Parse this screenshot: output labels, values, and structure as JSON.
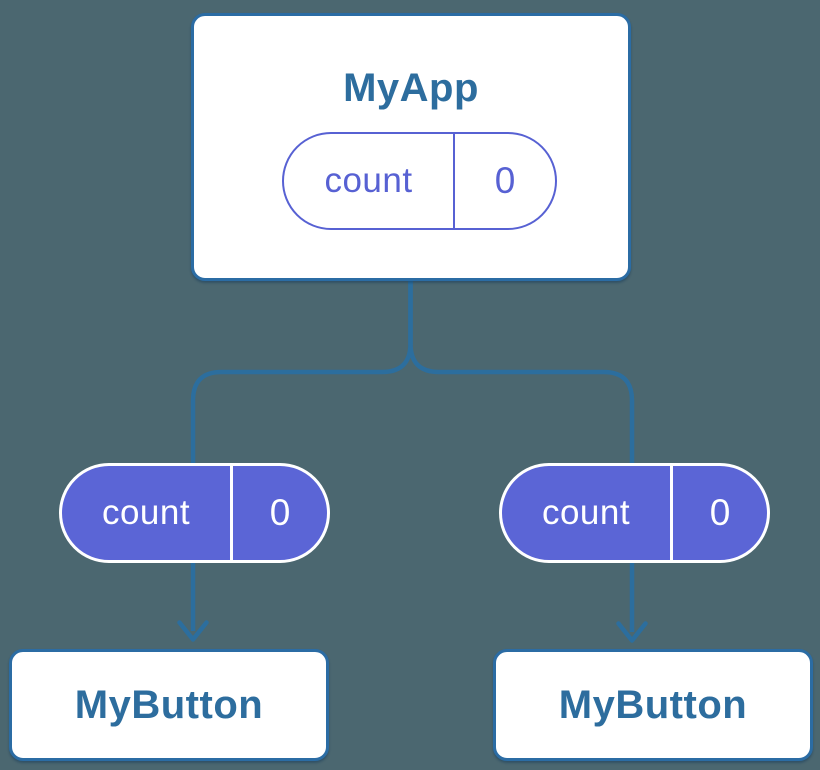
{
  "diagram": {
    "kind": "component-tree",
    "root": {
      "title": "MyApp",
      "state": {
        "key": "count",
        "value": "0"
      }
    },
    "children": [
      {
        "title": "MyButton",
        "prop": {
          "key": "count",
          "value": "0"
        }
      },
      {
        "title": "MyButton",
        "prop": {
          "key": "count",
          "value": "0"
        }
      }
    ]
  },
  "colors": {
    "background": "#4B6770",
    "edge": "#2C6E9E",
    "node_border": "#2B6CA4",
    "node_text": "#2D6D9E",
    "node_fill": "#FFFFFF",
    "pill_fill": "#5B65D6",
    "pill_outline": "#5761D3",
    "pill_text": "#FFFFFF"
  }
}
